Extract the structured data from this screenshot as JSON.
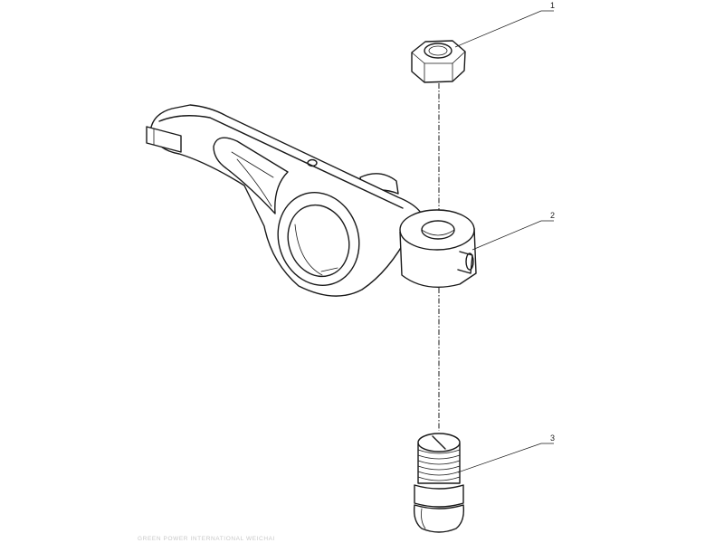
{
  "callouts": [
    {
      "id": "1",
      "label": "1"
    },
    {
      "id": "2",
      "label": "2"
    },
    {
      "id": "3",
      "label": "3"
    }
  ],
  "watermark": "GREEN POWER INTERNATIONAL WEICHAI",
  "colors": {
    "line": "#1a1a1a",
    "background": "#ffffff",
    "watermark": "#c8c8c8"
  }
}
